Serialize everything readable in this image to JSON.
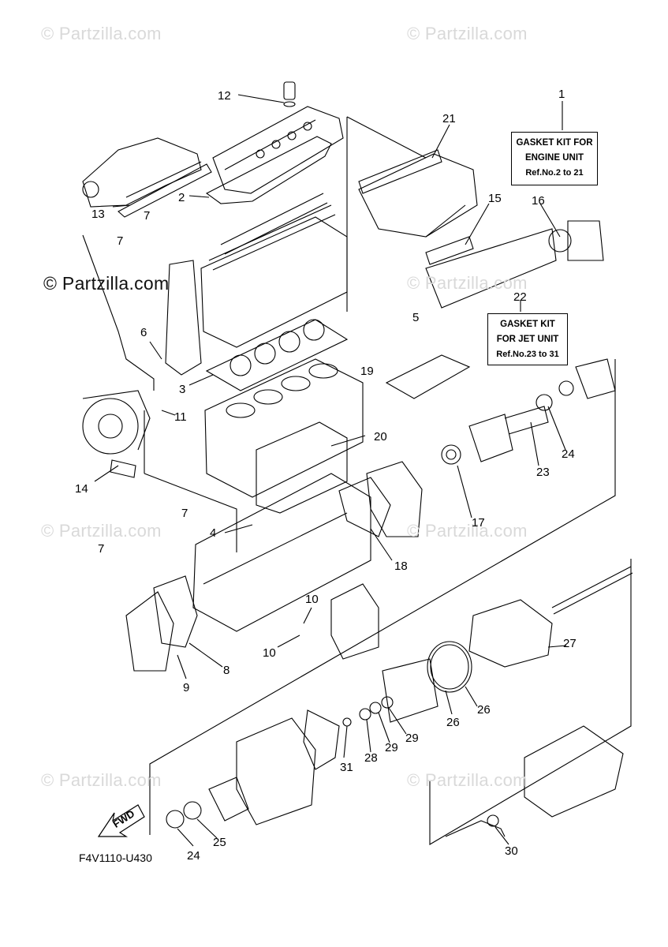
{
  "watermarks": {
    "faint": "© Partzilla.com",
    "strong": "© Partzilla.com"
  },
  "kits": {
    "engine": {
      "line1": "GASKET KIT FOR",
      "line2": "ENGINE UNIT",
      "line3": "Ref.No.2 to 21"
    },
    "jet": {
      "line1": "GASKET KIT",
      "line2": "FOR JET UNIT",
      "line3": "Ref.No.23 to 31"
    }
  },
  "callouts": {
    "c1": "1",
    "c2": "2",
    "c3": "3",
    "c4": "4",
    "c5": "5",
    "c6": "6",
    "c7a": "7",
    "c7b": "7",
    "c7c": "7",
    "c7d": "7",
    "c8": "8",
    "c9": "9",
    "c10a": "10",
    "c10b": "10",
    "c11": "11",
    "c12": "12",
    "c13": "13",
    "c14": "14",
    "c15": "15",
    "c16": "16",
    "c17": "17",
    "c18": "18",
    "c19": "19",
    "c20": "20",
    "c21": "21",
    "c22": "22",
    "c23": "23",
    "c24a": "24",
    "c24b": "24",
    "c25": "25",
    "c26a": "26",
    "c26b": "26",
    "c27": "27",
    "c28": "28",
    "c29a": "29",
    "c29b": "29",
    "c30": "30",
    "c31": "31"
  },
  "fwd_label": "FWD",
  "drawing_code": "F4V1110-U430"
}
